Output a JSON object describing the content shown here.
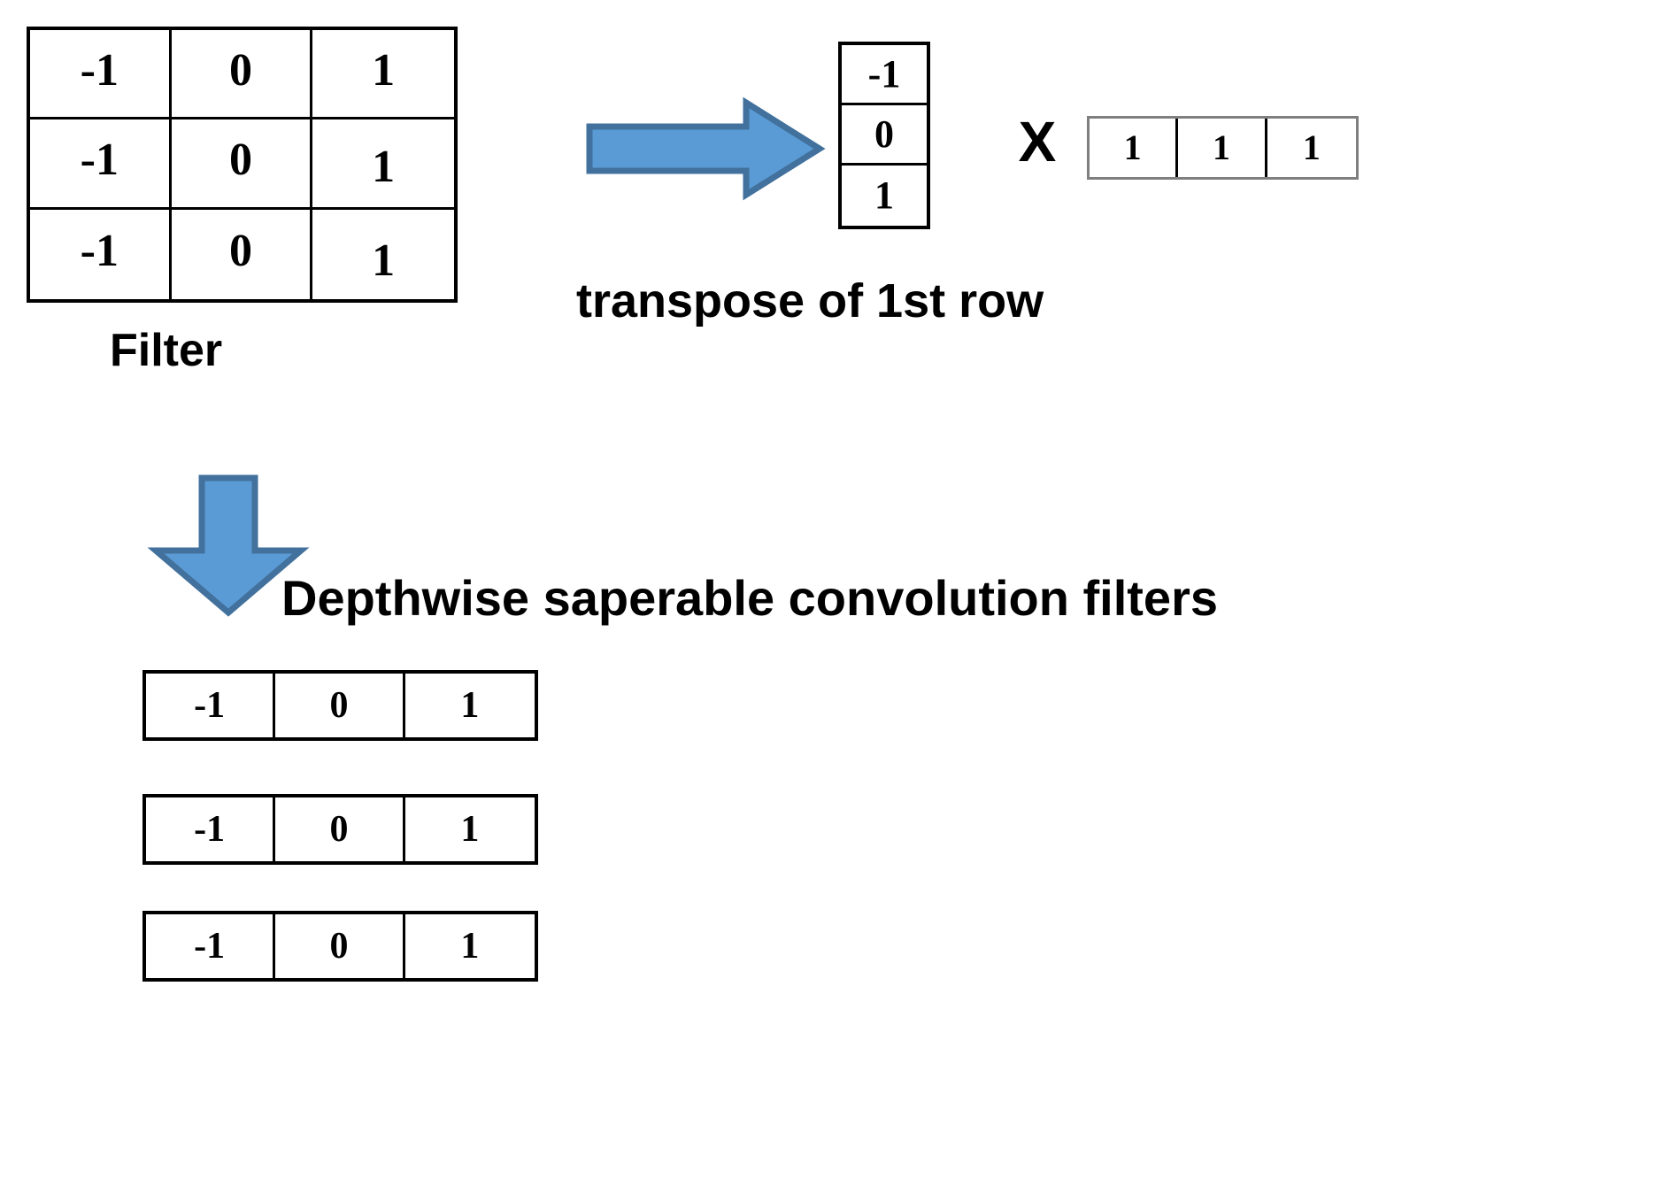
{
  "diagram": {
    "title": "Depthwise separable convolution filter decomposition",
    "colors": {
      "arrow_fill": "#5b9bd5",
      "arrow_stroke": "#41719c",
      "cell_border": "#000000",
      "row_vector_border": "#7f7f7f",
      "text": "#000000",
      "background": "#ffffff"
    }
  },
  "filter_matrix": {
    "label": "Filter",
    "rows": [
      [
        "-1",
        "0",
        "1"
      ],
      [
        "-1",
        "0",
        "1"
      ],
      [
        "-1",
        "0",
        "1"
      ]
    ]
  },
  "transpose": {
    "label": "transpose of 1st row",
    "column_vector": [
      "-1",
      "0",
      "1"
    ],
    "multiply_symbol": "X",
    "row_vector": [
      "1",
      "1",
      "1"
    ]
  },
  "separable": {
    "label": "Depthwise saperable convolution filters",
    "filters": [
      [
        "-1",
        "0",
        "1"
      ],
      [
        "-1",
        "0",
        "1"
      ],
      [
        "-1",
        "0",
        "1"
      ]
    ]
  },
  "arrows": {
    "right": "arrow-right",
    "down": "arrow-down"
  }
}
